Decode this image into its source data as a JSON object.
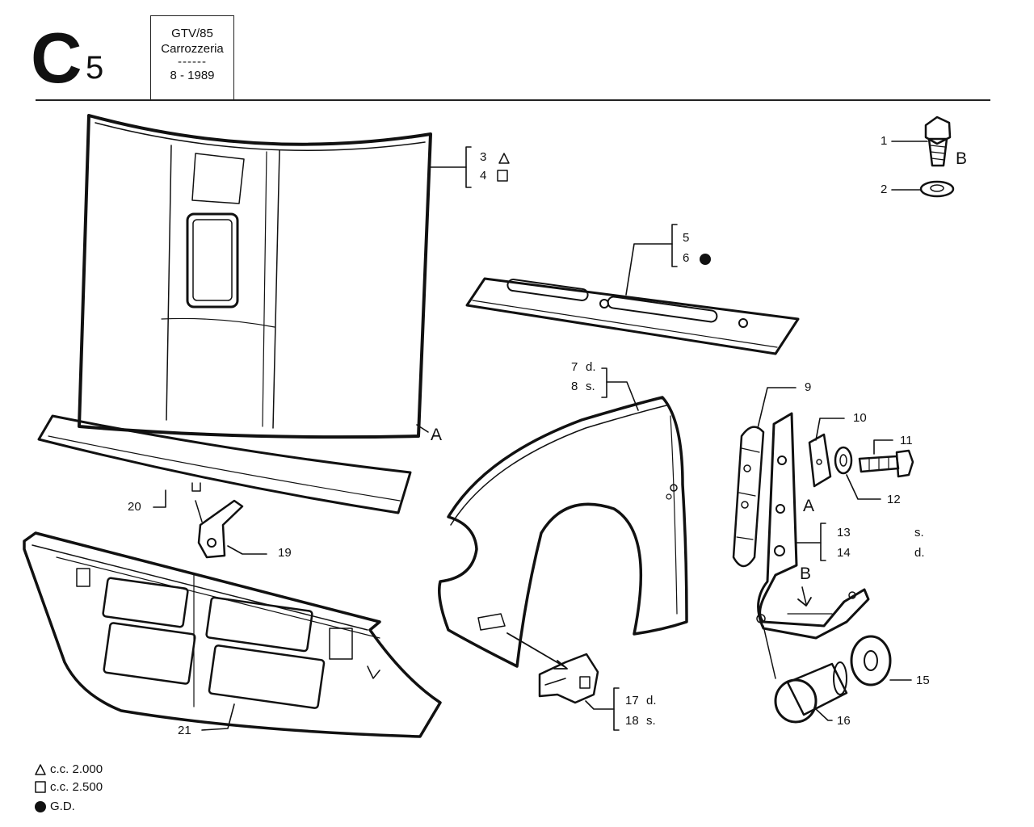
{
  "header": {
    "section_letter": "C",
    "section_number": "5",
    "model": "GTV/85",
    "group": "Carrozzeria",
    "separator": "------",
    "date": "8 - 1989"
  },
  "callouts": {
    "p1": "1",
    "p2": "2",
    "p3": "3",
    "p4": "4",
    "p5": "5",
    "p6": "6",
    "p7": "7",
    "p7_side": "d.",
    "p8": "8",
    "p8_side": "s.",
    "p9": "9",
    "p10": "10",
    "p11": "11",
    "p12": "12",
    "p13": "13",
    "p13_side": "s.",
    "p14": "14",
    "p14_side": "d.",
    "p15": "15",
    "p16": "16",
    "p17": "17",
    "p17_side": "d.",
    "p18": "18",
    "p18_side": "s.",
    "p19": "19",
    "p20": "20",
    "p21": "21"
  },
  "refs": {
    "a_hood": "A",
    "a_hinge": "A",
    "b_bolt": "B",
    "b_hinge": "B"
  },
  "legend": [
    {
      "symbol": "triangle",
      "text": "c.c. 2.000"
    },
    {
      "symbol": "square",
      "text": "c.c. 2.500"
    },
    {
      "symbol": "dot",
      "text": "G.D."
    }
  ]
}
